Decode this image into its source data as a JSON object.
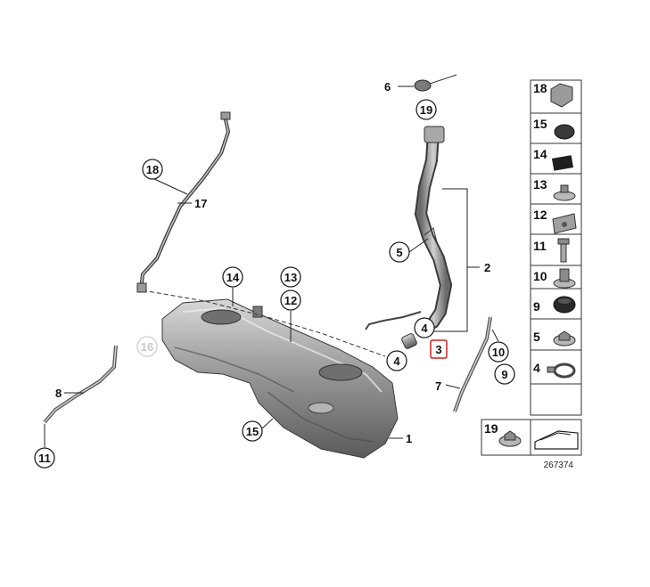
{
  "diagram": {
    "callouts": {
      "c1": "1",
      "c2": "2",
      "c3": "3",
      "c4a": "4",
      "c4b": "4",
      "c5": "5",
      "c6": "6",
      "c7": "7",
      "c8": "8",
      "c9": "9",
      "c10": "10",
      "c11": "11",
      "c12": "12",
      "c13": "13",
      "c14": "14",
      "c15": "15",
      "c16": "16",
      "c17": "17",
      "c18": "18",
      "c19": "19"
    },
    "parts_panel": {
      "cells": [
        "18",
        "15",
        "14",
        "13",
        "12",
        "11",
        "10",
        "9",
        "5",
        "4",
        "19"
      ]
    },
    "catalog_number": "267374",
    "colors": {
      "part_metal": "#8a8a8a",
      "outline": "#222222",
      "highlight": "#d21f1f",
      "faded": "#c8c8c8"
    }
  }
}
